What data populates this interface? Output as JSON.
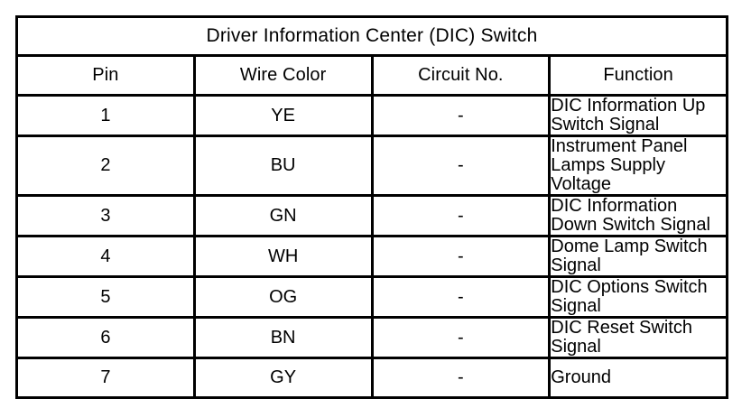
{
  "table": {
    "title": "Driver Information Center (DIC) Switch",
    "columns": [
      {
        "key": "pin",
        "label": "Pin"
      },
      {
        "key": "wire_color",
        "label": "Wire Color"
      },
      {
        "key": "circuit_no",
        "label": "Circuit No."
      },
      {
        "key": "function",
        "label": "Function"
      }
    ],
    "rows": [
      {
        "pin": "1",
        "wire_color": "YE",
        "circuit_no": "-",
        "function": "DIC Information Up Switch Signal"
      },
      {
        "pin": "2",
        "wire_color": "BU",
        "circuit_no": "-",
        "function": "Instrument Panel Lamps Supply Voltage"
      },
      {
        "pin": "3",
        "wire_color": "GN",
        "circuit_no": "-",
        "function": "DIC Information Down Switch Signal"
      },
      {
        "pin": "4",
        "wire_color": "WH",
        "circuit_no": "-",
        "function": "Dome Lamp Switch Signal"
      },
      {
        "pin": "5",
        "wire_color": "OG",
        "circuit_no": "-",
        "function": "DIC Options Switch Signal"
      },
      {
        "pin": "6",
        "wire_color": "BN",
        "circuit_no": "-",
        "function": "DIC Reset Switch Signal"
      },
      {
        "pin": "7",
        "wire_color": "GY",
        "circuit_no": "-",
        "function": "Ground"
      }
    ]
  },
  "colors": {
    "border": "#000000",
    "background": "#ffffff",
    "text": "#000000"
  }
}
